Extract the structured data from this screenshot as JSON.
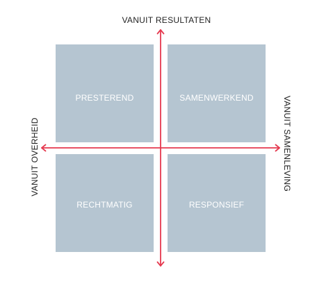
{
  "axes": {
    "top": "VANUIT RESULTATEN",
    "left": "VANUIT OVERHEID",
    "right": "VANUIT SAMENLEVING"
  },
  "quadrants": {
    "top_left": "PRESTEREND",
    "top_right": "SAMENWERKEND",
    "bottom_left": "RECHTMATIG",
    "bottom_right": "RESPONSIEF"
  },
  "colors": {
    "quadrant_fill": "#b5c5d1",
    "axis_color": "#e5394f",
    "label_text": "#222222",
    "quadrant_text": "#ffffff"
  }
}
